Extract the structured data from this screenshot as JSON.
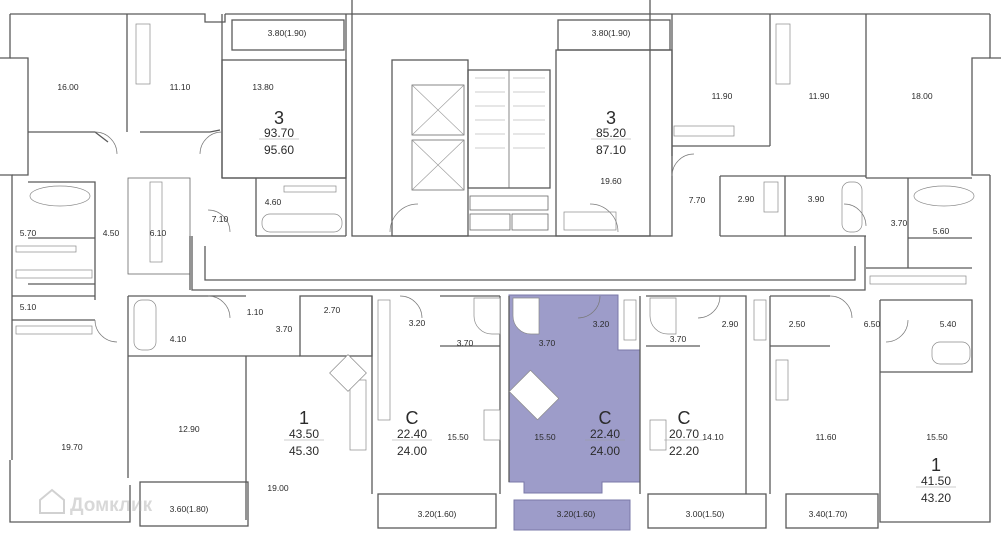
{
  "colors": {
    "highlight": "#9d9cc9",
    "wall": "#5a5a5a",
    "label": "#2b2b2b"
  },
  "watermark": "Домклик",
  "rooms": {
    "r1": "16.00",
    "r2": "11.10",
    "r3": "3.80(1.90)",
    "r4": "13.80",
    "r5": "4.60",
    "r6": "7.10",
    "r7": "6.10",
    "r8": "4.50",
    "r9": "5.70",
    "r10": "5.10",
    "r11": "19.70",
    "r12": "4.10",
    "r13": "1.10",
    "r14": "3.70",
    "r15": "2.70",
    "r16": "12.90",
    "r17": "19.00",
    "r18": "3.60(1.80)",
    "r19": "3.80(1.90)",
    "r20": "19.60",
    "r21": "11.90",
    "r22": "11.90",
    "r23": "18.00",
    "r24": "7.70",
    "r25": "2.90",
    "r26": "3.90",
    "r27": "3.70",
    "r28": "5.60",
    "r29": "3.20",
    "r30": "3.70",
    "r31": "15.50",
    "r32": "3.20(1.60)",
    "r33": "3.70",
    "r34": "3.20",
    "r35": "15.50",
    "r36": "3.20(1.60)",
    "r37": "3.70",
    "r38": "2.90",
    "r39": "14.10",
    "r40": "3.00(1.50)",
    "r41": "2.50",
    "r42": "6.50",
    "r43": "5.40",
    "r44": "11.60",
    "r45": "15.50",
    "r46": "3.40(1.70)"
  },
  "apartments": [
    {
      "type": "3",
      "area": "93.70",
      "total": "95.60"
    },
    {
      "type": "3",
      "area": "85.20",
      "total": "87.10"
    },
    {
      "type": "1",
      "area": "43.50",
      "total": "45.30"
    },
    {
      "type": "С",
      "area": "22.40",
      "total": "24.00"
    },
    {
      "type": "С",
      "area": "22.40",
      "total": "24.00"
    },
    {
      "type": "С",
      "area": "20.70",
      "total": "22.20"
    },
    {
      "type": "1",
      "area": "41.50",
      "total": "43.20"
    }
  ]
}
